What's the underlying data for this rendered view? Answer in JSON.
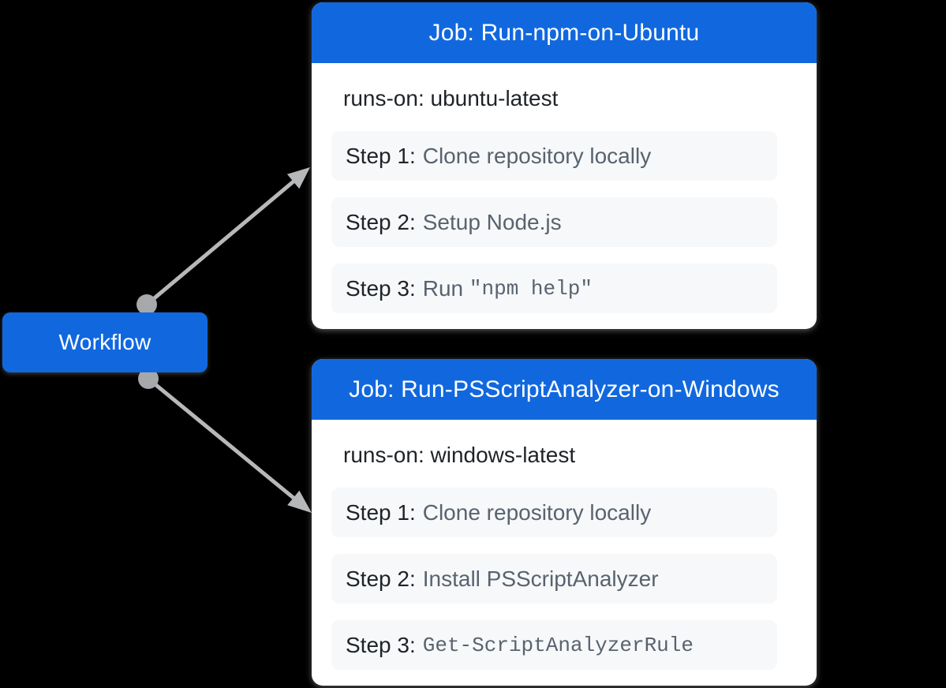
{
  "colors": {
    "background": "#000000",
    "accent_blue": "#1168de",
    "card_bg": "#ffffff",
    "step_row_bg": "#f6f8fa",
    "text_dark": "#1f2328",
    "text_gray": "#59636e",
    "arrow_gray": "#b6b8ba",
    "dot_gray": "#a6a8ab"
  },
  "workflow": {
    "label": "Workflow"
  },
  "cards": [
    {
      "title": "Job: Run-npm-on-Ubuntu",
      "runs_on": "runs-on: ubuntu-latest",
      "steps": [
        {
          "label": "Step 1:",
          "text": "Clone repository locally",
          "code": ""
        },
        {
          "label": "Step 2:",
          "text": "Setup Node.js",
          "code": ""
        },
        {
          "label": "Step 3:",
          "text": "Run ",
          "code": "\"npm help\""
        }
      ]
    },
    {
      "title": "Job: Run-PSScriptAnalyzer-on-Windows",
      "runs_on": "runs-on: windows-latest",
      "steps": [
        {
          "label": "Step 1:",
          "text": "Clone repository locally",
          "code": ""
        },
        {
          "label": "Step 2:",
          "text": "Install PSScriptAnalyzer",
          "code": ""
        },
        {
          "label": "Step 3:",
          "text": "",
          "code": "Get-ScriptAnalyzerRule"
        }
      ]
    }
  ]
}
